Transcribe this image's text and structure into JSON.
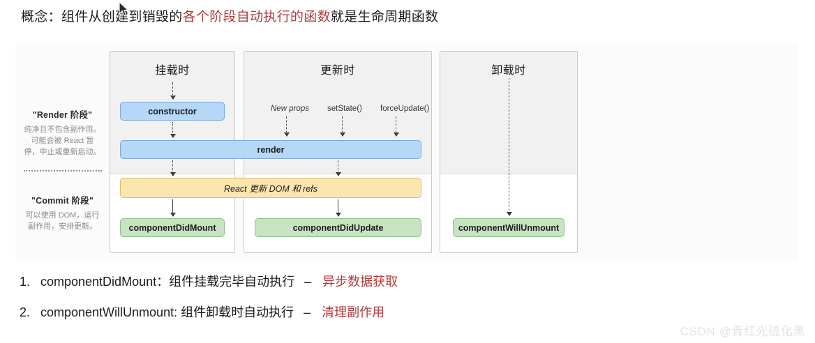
{
  "concept": {
    "prefix": "概念：组件从创建到销毁的",
    "highlight": "各个阶段自动执行的函数",
    "suffix": "就是生命周期函数",
    "highlight_color": "#b23b3b"
  },
  "diagram": {
    "legend": {
      "render_phase": {
        "title": "\"Render 阶段\"",
        "desc_line1": "纯净且不包含副作用。",
        "desc_line2": "可能会被 React 暂",
        "desc_line3": "停，中止或重新启动。"
      },
      "commit_phase": {
        "title": "\"Commit 阶段\"",
        "desc_line1": "可以使用 DOM，运行",
        "desc_line2": "副作用，安排更新。"
      }
    },
    "columns": [
      {
        "title": "挂载时"
      },
      {
        "title": "更新时"
      },
      {
        "title": "卸载时"
      }
    ],
    "nodes": {
      "constructor": "constructor",
      "render": "render",
      "react_update": "React 更新 DOM 和 refs",
      "component_did_mount": "componentDidMount",
      "component_did_update": "componentDidUpdate",
      "component_will_unmount": "componentWillUnmount"
    },
    "triggers": {
      "new_props": "New props",
      "set_state": "setState()",
      "force_update": "forceUpdate()"
    },
    "colors": {
      "blue_fill": "#b5d8f8",
      "blue_border": "#7fa8d6",
      "yellow_fill": "#fce6b0",
      "yellow_border": "#e2bb6a",
      "green_fill": "#c7e3c2",
      "green_border": "#8ec18c",
      "panel_shade": "#f1f1f1"
    }
  },
  "list": [
    {
      "number": "1.",
      "main": "componentDidMount：组件挂载完毕自动执行",
      "dash": "–",
      "note": "异步数据获取"
    },
    {
      "number": "2.",
      "main": "componentWillUnmount: 组件卸载时自动执行",
      "dash": "–",
      "note": "清理副作用"
    }
  ],
  "watermark": "CSDN @青红光硫化黑"
}
